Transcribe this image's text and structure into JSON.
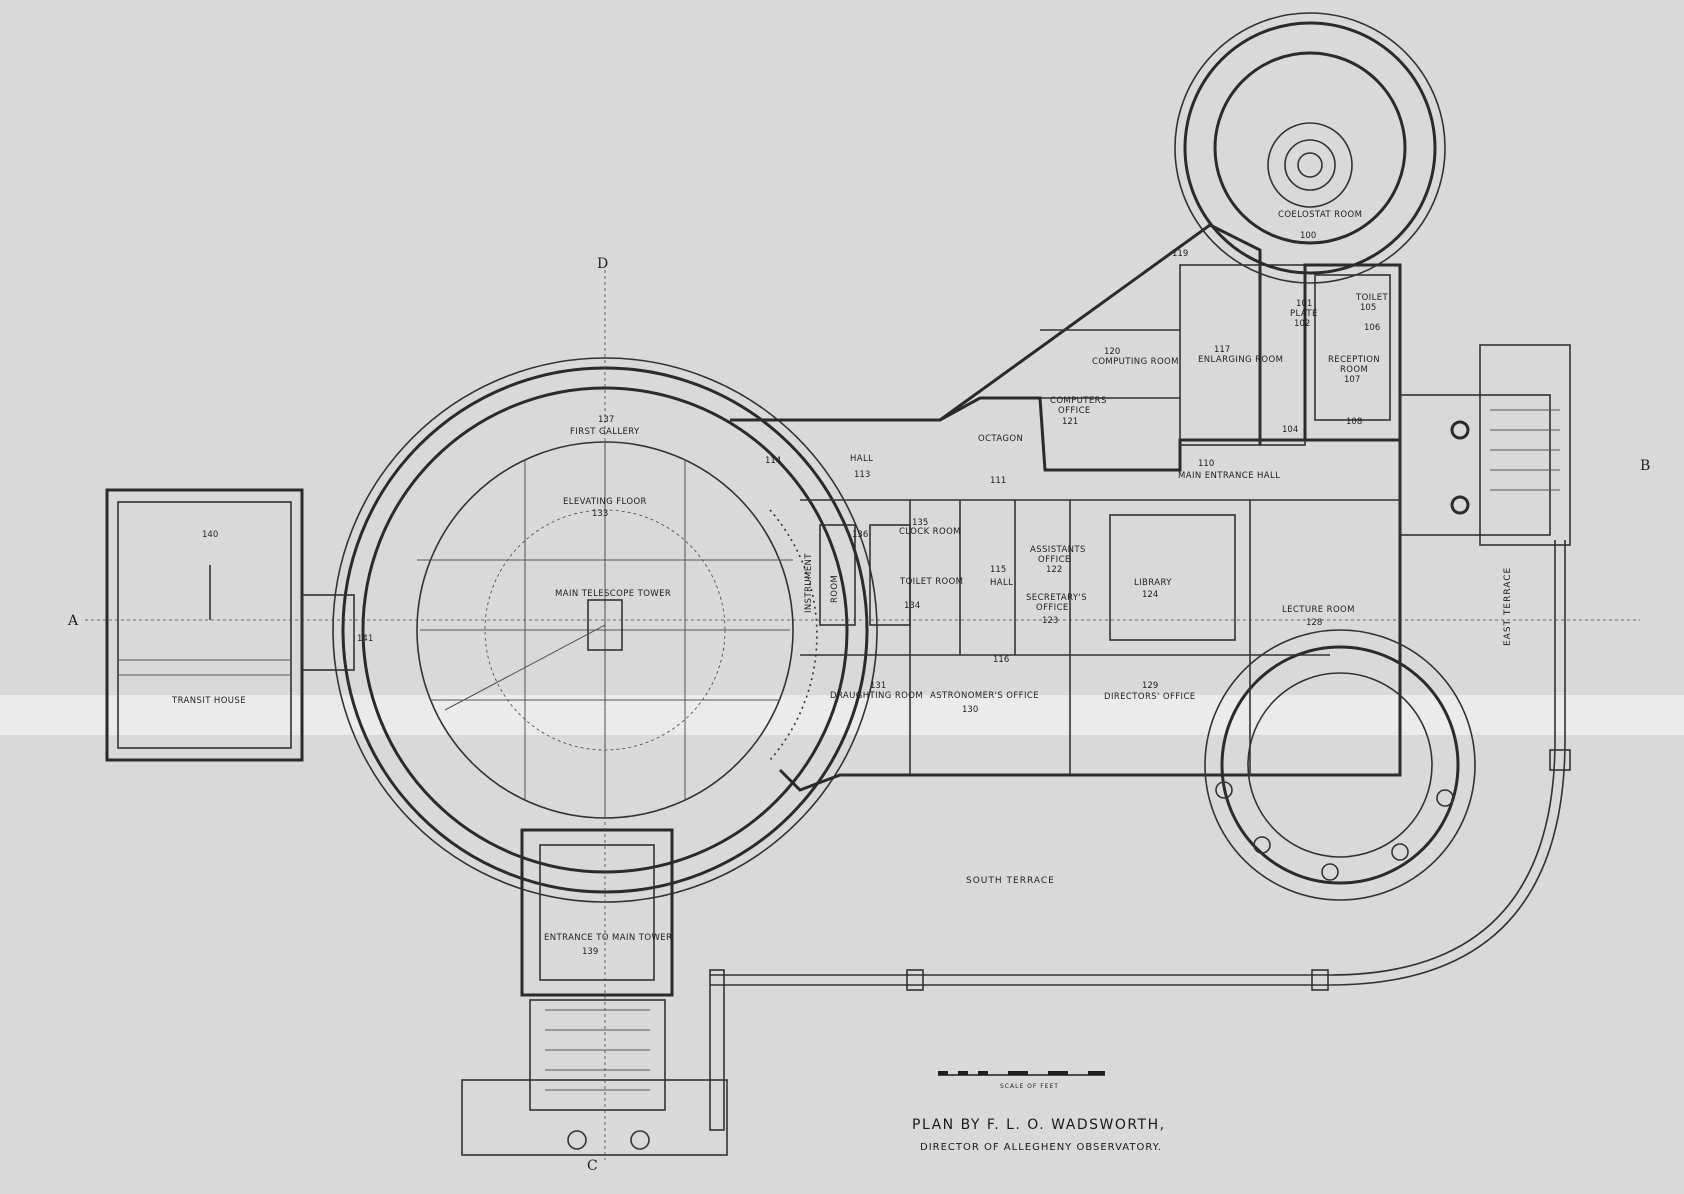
{
  "rooms": {
    "r100": {
      "name": "COELOSTAT ROOM",
      "num": "100"
    },
    "r101": {
      "num": "101"
    },
    "r102": {
      "name": "PLATE",
      "num": "102"
    },
    "r104": {
      "num": "104"
    },
    "r105": {
      "name": "TOILET",
      "num": "105"
    },
    "r106": {
      "num": "106"
    },
    "r107": {
      "name_1": "RECEPTION",
      "name_2": "ROOM",
      "num": "107"
    },
    "r108": {
      "num": "108"
    },
    "r110": {
      "name": "MAIN ENTRANCE HALL",
      "num": "110"
    },
    "r111": {
      "name": "OCTAGON",
      "num": "111"
    },
    "r113": {
      "name": "HALL",
      "num": "113"
    },
    "r114": {
      "num": "114"
    },
    "r115": {
      "name": "HALL",
      "num": "115"
    },
    "r116": {
      "num": "116"
    },
    "r117": {
      "name": "ENLARGING ROOM",
      "num": "117"
    },
    "r119": {
      "num": "119"
    },
    "r120": {
      "name": "COMPUTING ROOM",
      "num": "120"
    },
    "r121": {
      "name_1": "COMPUTERS",
      "name_2": "OFFICE",
      "num": "121"
    },
    "r122": {
      "name_1": "ASSISTANTS",
      "name_2": "OFFICE",
      "num": "122"
    },
    "r123": {
      "name_1": "SECRETARY'S",
      "name_2": "OFFICE",
      "num": "123"
    },
    "r124": {
      "name": "LIBRARY",
      "num": "124"
    },
    "r128": {
      "name": "LECTURE ROOM",
      "num": "128"
    },
    "r129": {
      "name": "DIRECTORS' OFFICE",
      "num": "129"
    },
    "r130": {
      "name": "ASTRONOMER'S OFFICE",
      "num": "130"
    },
    "r131": {
      "name": "DRAUGHTING ROOM",
      "num": "131"
    },
    "r133": {
      "name": "ELEVATING FLOOR",
      "num": "133"
    },
    "r134": {
      "name": "TOILET ROOM",
      "num": "134"
    },
    "r135": {
      "name": "CLOCK ROOM",
      "num": "135"
    },
    "r136": {
      "name_1": "INSTRUMENT",
      "name_2": "ROOM",
      "num": "136"
    },
    "r137": {
      "name": "FIRST GALLERY",
      "num": "137"
    },
    "r139": {
      "name": "ENTRANCE TO MAIN TOWER",
      "num": "139"
    },
    "r140": {
      "num": "140"
    },
    "r141": {
      "num": "141"
    }
  },
  "labels": {
    "main_tower": "MAIN TELESCOPE TOWER",
    "transit_house": "TRANSIT HOUSE",
    "south_terrace": "SOUTH TERRACE",
    "east_terrace": "EAST TERRACE",
    "scale": "SCALE OF FEET",
    "axis_d": "D",
    "axis_c": "C",
    "axis_a": "A",
    "axis_b": "B"
  },
  "caption": {
    "line1": "PLAN BY F. L. O. WADSWORTH,",
    "line2": "DIRECTOR OF ALLEGHENY OBSERVATORY."
  },
  "colors": {
    "paper": "#d9d9d9",
    "ink": "#2b2b2b"
  }
}
